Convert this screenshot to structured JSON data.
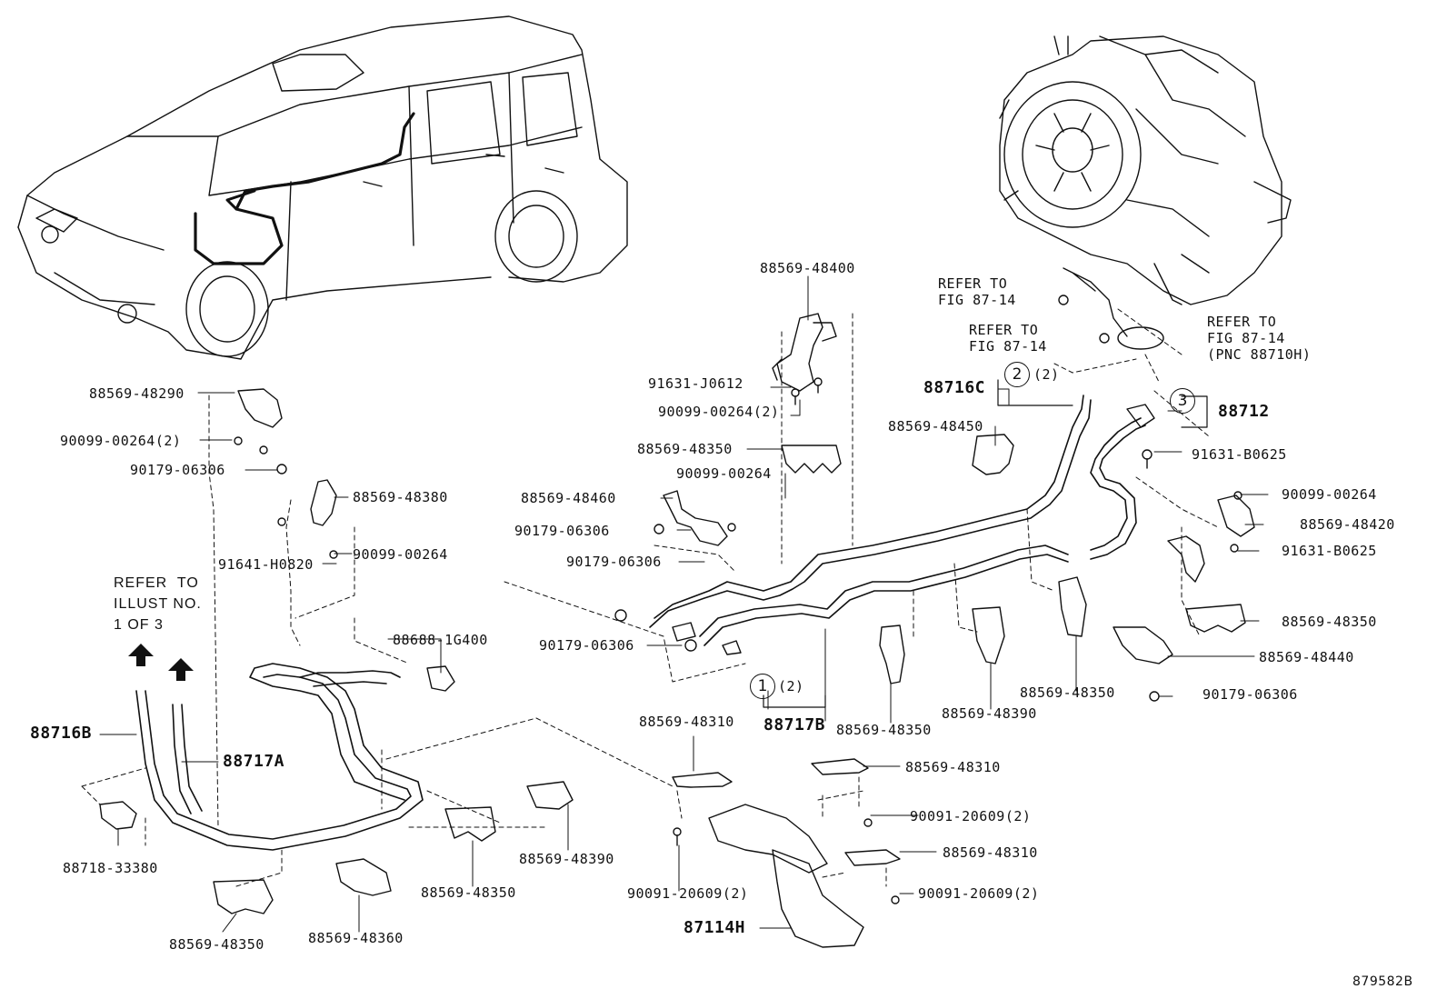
{
  "diagram_id": "879582B",
  "refs": {
    "refer_fig_1": "REFER TO\nFIG 87-14",
    "refer_fig_2": "REFER TO\nFIG 87-14",
    "refer_fig_pnc": "REFER TO\nFIG 87-14\n(PNC 88710H)",
    "refer_illust": "REFER  TO\nILLUST NO.\n1 OF 3"
  },
  "circles": {
    "c1": "1",
    "c1_qty": "(2)",
    "c2": "2",
    "c2_qty": "(2)",
    "c3": "3"
  },
  "parts": {
    "p_88569_48400": "88569-48400",
    "p_91631_J0612": "91631-J0612",
    "p_90099_00264_2_top": "90099-00264(2)",
    "p_88569_48350_top": "88569-48350",
    "p_90099_00264_mid": "90099-00264",
    "p_88569_48460": "88569-48460",
    "p_90179_06306_mid": "90179-06306",
    "p_90179_06306_mid2": "90179-06306",
    "p_90179_06306_mid3": "90179-06306",
    "p_88716C": "88716C",
    "p_88712": "88712",
    "p_88569_48450": "88569-48450",
    "p_91631_B0625_a": "91631-B0625",
    "p_90099_00264_right": "90099-00264",
    "p_88569_48420": "88569-48420",
    "p_91631_B0625_b": "91631-B0625",
    "p_88569_48350_right": "88569-48350",
    "p_88569_48440": "88569-48440",
    "p_90179_06306_right": "90179-06306",
    "p_88569_48350_c1": "88569-48350",
    "p_88569_48390_c": "88569-48390",
    "p_88569_48350_c2": "88569-48350",
    "p_88717B": "88717B",
    "p_88569_48310_a": "88569-48310",
    "p_88569_48310_b": "88569-48310",
    "p_88569_48310_c": "88569-48310",
    "p_90091_20609_a": "90091-20609(2)",
    "p_90091_20609_b": "90091-20609(2)",
    "p_90091_20609_c": "90091-20609(2)",
    "p_87114H": "87114H",
    "p_88569_48290": "88569-48290",
    "p_90099_00264_2_left": "90099-00264(2)",
    "p_90179_06306_left": "90179-06306",
    "p_88569_48380": "88569-48380",
    "p_91641_H0820": "91641-H0820",
    "p_90099_00264_left": "90099-00264",
    "p_88688_1G400": "88688-1G400",
    "p_88716B": "88716B",
    "p_88717A": "88717A",
    "p_88718_33380": "88718-33380",
    "p_88569_48350_bl": "88569-48350",
    "p_88569_48360": "88569-48360",
    "p_88569_48350_bm": "88569-48350",
    "p_88569_48390_b": "88569-48390"
  }
}
